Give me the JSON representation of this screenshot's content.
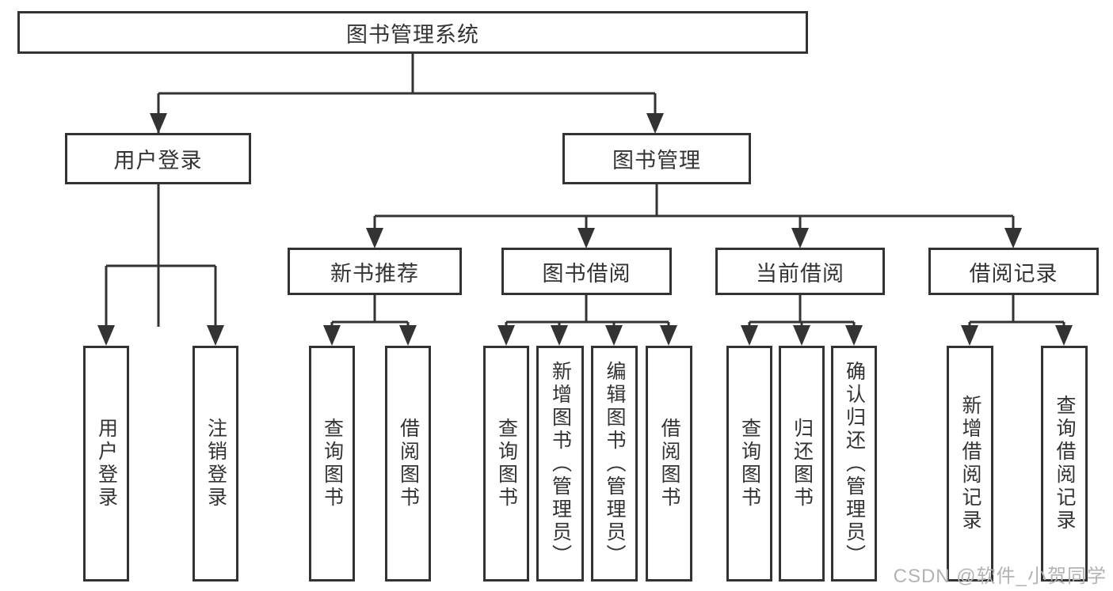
{
  "diagram": {
    "title": "图书管理系统",
    "level1": [
      {
        "label": "用户登录"
      },
      {
        "label": "图书管理"
      }
    ],
    "level2": [
      {
        "label": "新书推荐",
        "parent": "图书管理"
      },
      {
        "label": "图书借阅",
        "parent": "图书管理"
      },
      {
        "label": "当前借阅",
        "parent": "图书管理"
      },
      {
        "label": "借阅记录",
        "parent": "图书管理"
      }
    ],
    "leaves": [
      {
        "label": "用户登录",
        "parent": "用户登录"
      },
      {
        "label": "注销登录",
        "parent": "用户登录"
      },
      {
        "label": "查询图书",
        "parent": "新书推荐"
      },
      {
        "label": "借阅图书",
        "parent": "新书推荐"
      },
      {
        "label": "查询图书",
        "parent": "图书借阅"
      },
      {
        "label": "新增图书（管理员）",
        "parent": "图书借阅"
      },
      {
        "label": "编辑图书（管理员）",
        "parent": "图书借阅"
      },
      {
        "label": "借阅图书",
        "parent": "图书借阅"
      },
      {
        "label": "查询图书",
        "parent": "当前借阅"
      },
      {
        "label": "归还图书",
        "parent": "当前借阅"
      },
      {
        "label": "确认归还（管理员）",
        "parent": "当前借阅"
      },
      {
        "label": "新增借阅记录",
        "parent": "借阅记录"
      },
      {
        "label": "查询借阅记录",
        "parent": "借阅记录"
      }
    ]
  },
  "watermark": "CSDN @软件_小贺同学",
  "colors": {
    "line": "#333333",
    "text": "#333333",
    "watermark": "#b3b3b3",
    "background": "#ffffff"
  }
}
